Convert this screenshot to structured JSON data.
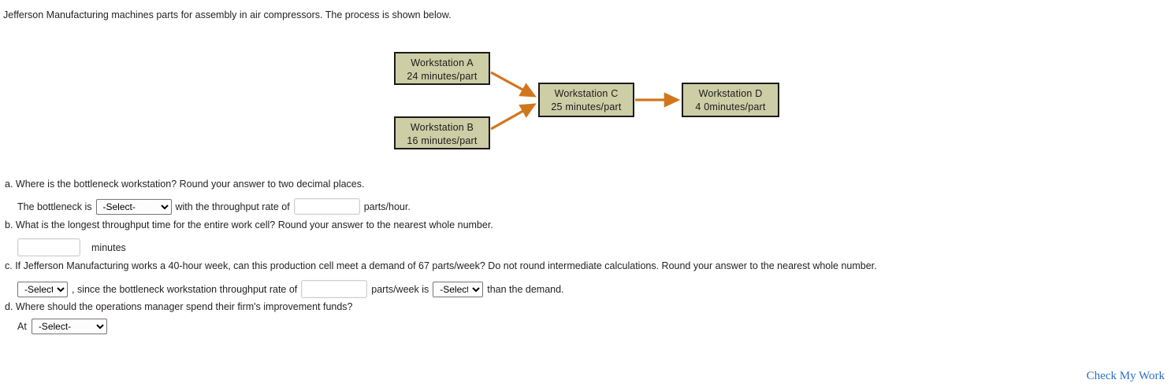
{
  "intro": "Jefferson Manufacturing machines parts for assembly in air compressors. The process is shown below.",
  "diagram": {
    "box_fill": "#cdcda6",
    "box_border": "#1b1b1b",
    "arrow_color": "#d2761e",
    "stations": [
      {
        "id": "a",
        "name": "Workstation A",
        "rate": "24 minutes/part"
      },
      {
        "id": "b",
        "name": "Workstation B",
        "rate": "16  minutes/part"
      },
      {
        "id": "c",
        "name": "Workstation C",
        "rate": "25 minutes/part"
      },
      {
        "id": "d",
        "name": "Workstation D",
        "rate": "4 0minutes/part"
      }
    ]
  },
  "questions": {
    "a": {
      "prompt": "a. Where is the bottleneck workstation? Round your answer to two decimal places.",
      "lead": "The bottleneck is",
      "select_value": "-Select-",
      "options": [
        "-Select-"
      ],
      "mid": "with the throughput rate of",
      "input_value": "",
      "tail": "parts/hour."
    },
    "b": {
      "prompt": "b. What is the longest throughput time for the entire work cell? Round your answer to the nearest whole number.",
      "input_value": "",
      "unit": "minutes"
    },
    "c": {
      "prompt": "c. If Jefferson Manufacturing works a 40-hour week, can this production cell meet a demand of 67 parts/week? Do not round intermediate calculations. Round your answer to the nearest whole number.",
      "select1_value": "-Select-",
      "select1_options": [
        "-Select-"
      ],
      "mid1": ", since the bottleneck workstation throughput rate of",
      "input_value": "",
      "mid2": "parts/week is",
      "select2_value": "-Select-",
      "select2_options": [
        "-Select-"
      ],
      "tail": "than the demand."
    },
    "d": {
      "prompt": "d. Where should the operations manager spend their firm's improvement funds?",
      "lead": "At",
      "select_value": "-Select-",
      "options": [
        "-Select-"
      ]
    }
  },
  "footer": {
    "check_my_work": "Check My Work",
    "link_color": "#2f6fc4"
  }
}
